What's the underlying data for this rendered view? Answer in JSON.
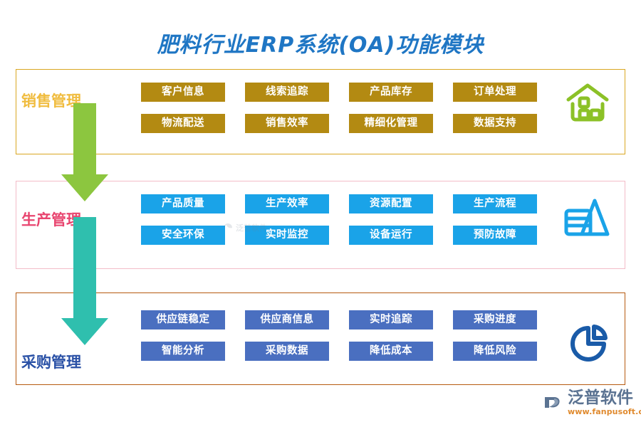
{
  "page": {
    "title": "肥料行业ERP系统(OA)功能模块",
    "title_color": "#1f76c4",
    "background": "#ffffff"
  },
  "sections": [
    {
      "id": "sales",
      "label": "销售管理",
      "label_color": "#f0bc3f",
      "border_color": "#d9a722",
      "tag_color": "#b38a12",
      "icon": "house-icon",
      "icon_color": "#8cc127",
      "tags": [
        "客户信息",
        "线索追踪",
        "产品库存",
        "订单处理",
        "物流配送",
        "销售效率",
        "精细化管理",
        "数据支持"
      ]
    },
    {
      "id": "production",
      "label": "生产管理",
      "label_color": "#e8456f",
      "border_color": "#f3bcc8",
      "tag_color": "#1aa3e8",
      "icon": "factory-chart-icon",
      "icon_color": "#1aa3e8",
      "tags": [
        "产品质量",
        "生产效率",
        "资源配置",
        "生产流程",
        "安全环保",
        "实时监控",
        "设备运行",
        "预防故障"
      ]
    },
    {
      "id": "purchase",
      "label": "采购管理",
      "label_color": "#2a51a6",
      "border_color": "#b65a10",
      "tag_color": "#4a6fc0",
      "icon": "pie-chart-icon",
      "icon_color": "#1a5ba8",
      "tags": [
        "供应链稳定",
        "供应商信息",
        "实时追踪",
        "采购进度",
        "智能分析",
        "采购数据",
        "降低成本",
        "降低风险"
      ]
    }
  ],
  "arrows": [
    {
      "id": "arrow-green",
      "name": "down-arrow-icon",
      "color": "#8cc63f",
      "from": "sales",
      "to": "production"
    },
    {
      "id": "arrow-teal",
      "name": "down-arrow-icon",
      "color": "#2fbfae",
      "from": "production",
      "to": "purchase"
    }
  ],
  "watermark": {
    "text": "泛普软件"
  },
  "brand": {
    "name": "泛普软件",
    "url": "www.fanpusoft.com",
    "name_color": "#5b7392",
    "url_color": "#e08a2e"
  }
}
